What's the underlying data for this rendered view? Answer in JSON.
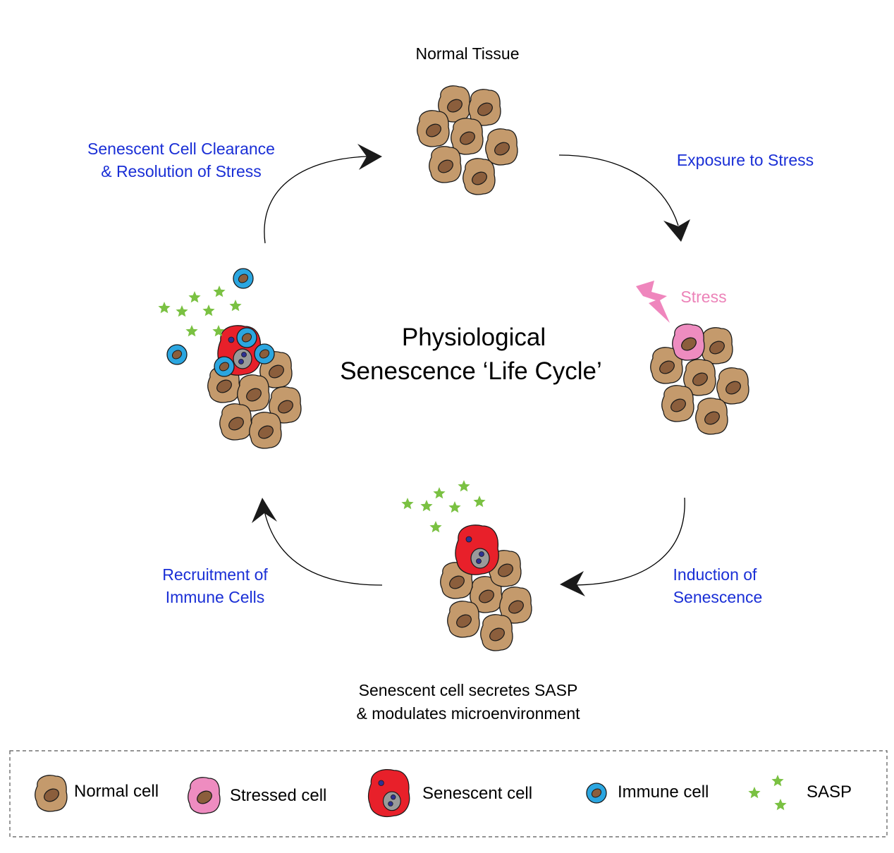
{
  "title": {
    "line1": "Physiological",
    "line2": "Senescence ‘Life Cycle’"
  },
  "stages": {
    "normal_tissue": "Normal Tissue",
    "stress_label": "Stress",
    "sasp_line1": "Senescent cell secretes SASP",
    "sasp_line2": "& modulates microenvironment"
  },
  "transitions": {
    "exposure": "Exposure to Stress",
    "induction_line1": "Induction of",
    "induction_line2": "Senescence",
    "recruitment_line1": "Recruitment of",
    "recruitment_line2": "Immune Cells",
    "clearance_line1": "Senescent Cell Clearance",
    "clearance_line2": "& Resolution of Stress"
  },
  "legend": {
    "normal": "Normal cell",
    "stressed": "Stressed cell",
    "senescent": "Senescent cell",
    "immune": "Immune cell",
    "sasp": "SASP"
  },
  "colors": {
    "normal_cell": "#c49a6c",
    "nucleus": "#8b5e3c",
    "stressed_cell": "#ee8cc0",
    "senescent_cell": "#e8202a",
    "immune_cell": "#2ba6e0",
    "sasp_star": "#7ac142",
    "lightning": "#ef86bd",
    "transition_text": "#1a2fd6"
  }
}
